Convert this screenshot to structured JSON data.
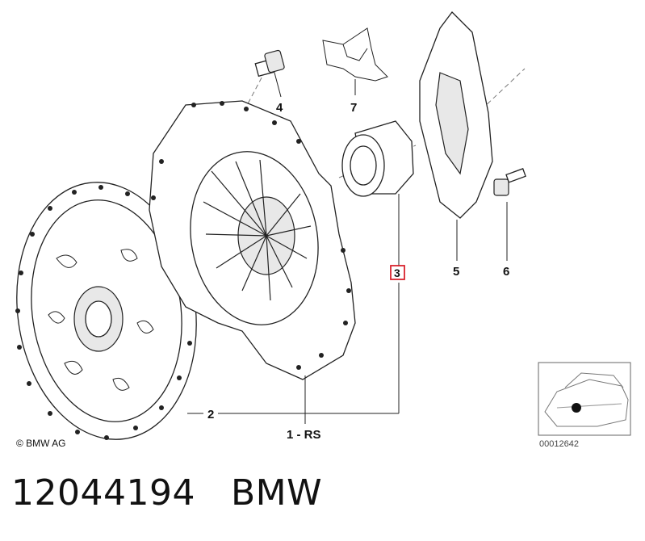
{
  "callouts": {
    "c1": "1 - RS",
    "c2": "2",
    "c3": "3",
    "c4": "4",
    "c5": "5",
    "c6": "6",
    "c7": "7"
  },
  "copyright": "© BMW AG",
  "diagram_id": "00012642",
  "part_number": "12044194",
  "brand": "BMW",
  "colors": {
    "highlight": "#d9232d",
    "ink": "#222222"
  }
}
